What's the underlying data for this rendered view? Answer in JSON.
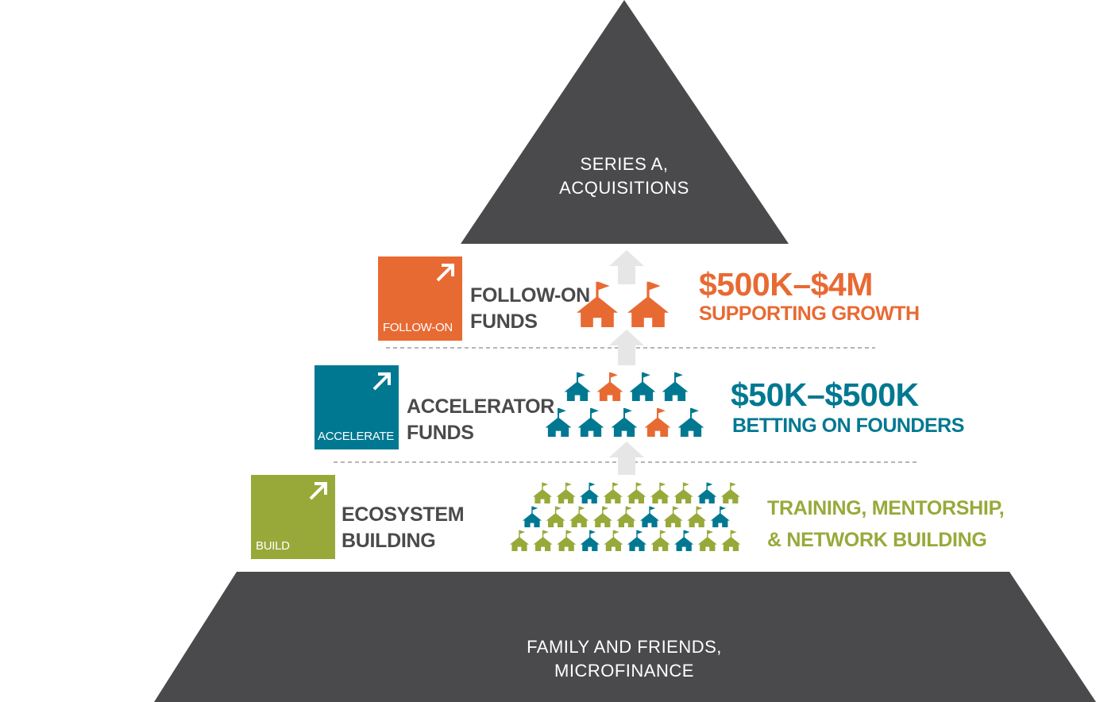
{
  "apex": {
    "line1": "SERIES A,",
    "line2": "ACQUISITIONS"
  },
  "base": {
    "line1": "FAMILY AND FRIENDS,",
    "line2": "MICROFINANCE"
  },
  "colors": {
    "dark": "#4a4a4c",
    "orange": "#e86a33",
    "teal": "#007891",
    "green": "#98a93a",
    "arrow": "#e6e6e6",
    "divider": "#b5b5b5"
  },
  "tiers": [
    {
      "badge_label": "FOLLOW-ON",
      "title_line1": "FOLLOW-ON",
      "title_line2": "FUNDS",
      "amount": "$500K–$4M",
      "tagline": "SUPPORTING GROWTH"
    },
    {
      "badge_label": "ACCELERATE",
      "title_line1": "ACCELERATOR",
      "title_line2": "FUNDS",
      "amount": "$50K–$500K",
      "tagline": "BETTING ON FOUNDERS"
    },
    {
      "badge_label": "BUILD",
      "title_line1": "ECOSYSTEM",
      "title_line2": "BUILDING",
      "desc_line1": "TRAINING, MENTORSHIP,",
      "desc_line2": "& NETWORK BUILDING"
    }
  ],
  "house_rows": {
    "follow_on": [
      [
        "orange",
        "orange"
      ]
    ],
    "accelerate": [
      [
        "teal",
        "orange",
        "teal",
        "teal"
      ],
      [
        "teal",
        "teal",
        "teal",
        "orange",
        "teal"
      ]
    ],
    "build": [
      [
        "green",
        "green",
        "teal",
        "green",
        "green",
        "green",
        "green",
        "teal",
        "green"
      ],
      [
        "teal",
        "green",
        "green",
        "green",
        "green",
        "teal",
        "green",
        "green",
        "teal"
      ],
      [
        "green",
        "green",
        "green",
        "teal",
        "green",
        "teal",
        "green",
        "teal",
        "green",
        "green"
      ]
    ]
  }
}
